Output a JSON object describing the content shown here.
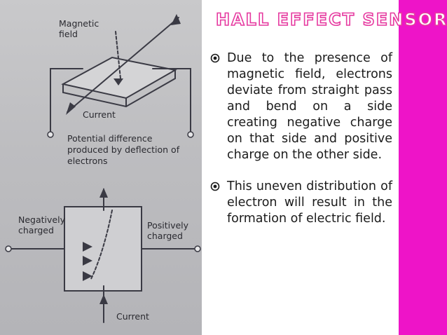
{
  "slide": {
    "title": "HALL EFFECT SENSOR",
    "accent_color": "#ee14c8",
    "bullet_icon": "target-bullet-icon",
    "bullets": [
      "Due to the presence of magnetic field, electrons deviate from straight pass and bend on a side creating negative charge on that side and positive charge on the other side.",
      "This uneven distribution of electron will result in the formation of electric field."
    ]
  },
  "diagram": {
    "labels": {
      "magnetic_field": "Magnetic field",
      "current_top": "Current",
      "potential_difference": "Potential difference produced by deflection of electrons",
      "negatively_charged": "Negatively charged",
      "positively_charged": "Positively charged",
      "current_bottom": "Current"
    }
  }
}
